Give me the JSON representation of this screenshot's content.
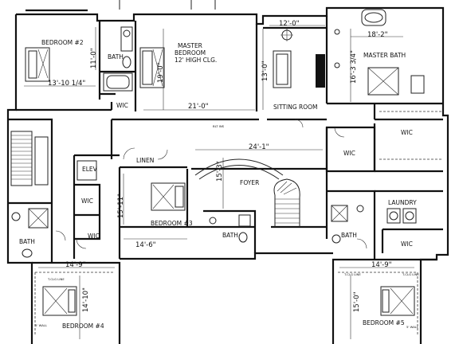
{
  "rooms": {
    "bedroom2": {
      "name": "BEDROOM #2",
      "dim_h": "13'-10 1/4\"",
      "dim_v": "11'-0\""
    },
    "bath_top": {
      "name": "BATH"
    },
    "master_bedroom": {
      "name_line1": "MASTER",
      "name_line2": "BEDROOM",
      "name_line3": "12' HIGH CLG.",
      "dim_h": "21'-0\"",
      "dim_v": "19'-0\""
    },
    "sitting_room": {
      "name": "SITTING ROOM",
      "dim_h": "12'-0\"",
      "dim_v": "13'-0\""
    },
    "master_bath": {
      "name": "MASTER BATH",
      "dim_h": "18'-2\"",
      "dim_v": "16'-3 3/4\""
    },
    "wic_top": {
      "name": "WIC"
    },
    "wic_left": {
      "name": "WIC"
    },
    "wic_right": {
      "name": "WIC"
    },
    "bltins": {
      "name": "BLT INS"
    },
    "foyer": {
      "name": "FOYER",
      "dim_h": "24'-1\"",
      "dim_v": "15'-3\""
    },
    "linen": {
      "name": "LINEN"
    },
    "elev": {
      "name": "ELEV"
    },
    "wic_a": {
      "name": "WIC"
    },
    "wic_b": {
      "name": "WIC"
    },
    "bedroom3": {
      "name": "BEDROOM #3",
      "dim_h": "14'-6\"",
      "dim_v": "15'-11\""
    },
    "bath_center": {
      "name": "BATH"
    },
    "bath_left": {
      "name": "BATH"
    },
    "bath_right": {
      "name": "BATH"
    },
    "laundry": {
      "name": "LAUNDRY"
    },
    "wic_laundry": {
      "name": "WIC"
    },
    "bedroom4": {
      "name": "BEDROOM #4",
      "dim_h": "14'-9\"",
      "dim_v": "14'-10\"",
      "note_ceiling": "T-CLG LINE",
      "note_wall": "5' WALL"
    },
    "bedroom5": {
      "name": "BEDROOM #5",
      "dim_h": "14'-9\"",
      "dim_v": "15'-0\"",
      "note_ceiling_a": "T-CLG LINE",
      "note_ceiling_b": "T-CLG LINE",
      "note_wall": "5' WALL"
    }
  }
}
